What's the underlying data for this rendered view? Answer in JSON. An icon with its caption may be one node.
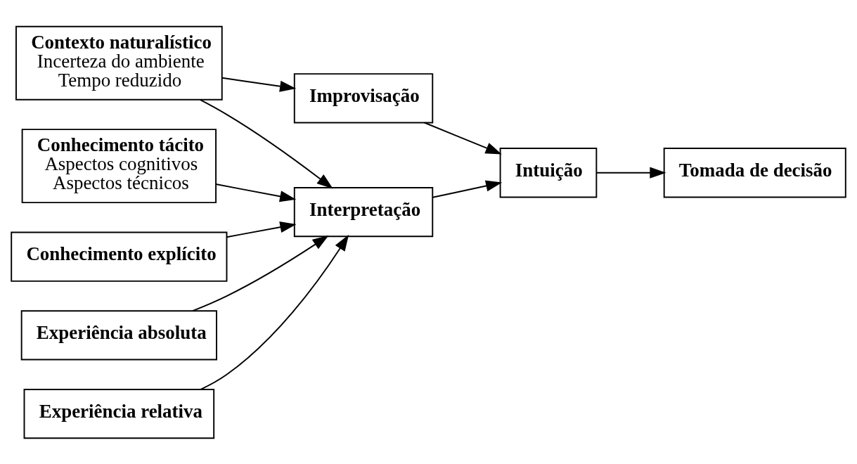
{
  "diagram": {
    "nodes": [
      {
        "text": [
          "Contexto naturalístico",
          "Incerteza do ambiente",
          "Tempo reduzido"
        ]
      },
      {
        "text": [
          "Improvisação"
        ]
      },
      {
        "text": [
          "Conhecimento tácito",
          "Aspectos cognitivos",
          "Aspectos técnicos"
        ]
      },
      {
        "text": [
          "Conhecimento explícito"
        ]
      },
      {
        "text": [
          "Experiência absoluta"
        ]
      },
      {
        "text": [
          "Experiência relativa"
        ]
      },
      {
        "text": [
          "Interpretação"
        ]
      },
      {
        "text": [
          "Intuição"
        ]
      },
      {
        "text": [
          "Tomada de decisão"
        ]
      }
    ],
    "edges": [
      {
        "from": 0,
        "to": 6,
        "arrow": "to"
      },
      {
        "from": 0,
        "to": 1,
        "arrow": "to"
      },
      {
        "from": 1,
        "to": 7,
        "arrow": "to"
      },
      {
        "from": 2,
        "to": 6,
        "arrow": "to"
      },
      {
        "from": 3,
        "to": 6,
        "arrow": "to"
      },
      {
        "from": 4,
        "to": 6,
        "arrow": "to"
      },
      {
        "from": 5,
        "to": 6,
        "arrow": "to"
      },
      {
        "from": 6,
        "to": 7,
        "arrow": "to"
      },
      {
        "from": 7,
        "to": 8,
        "arrow": "to"
      }
    ]
  }
}
